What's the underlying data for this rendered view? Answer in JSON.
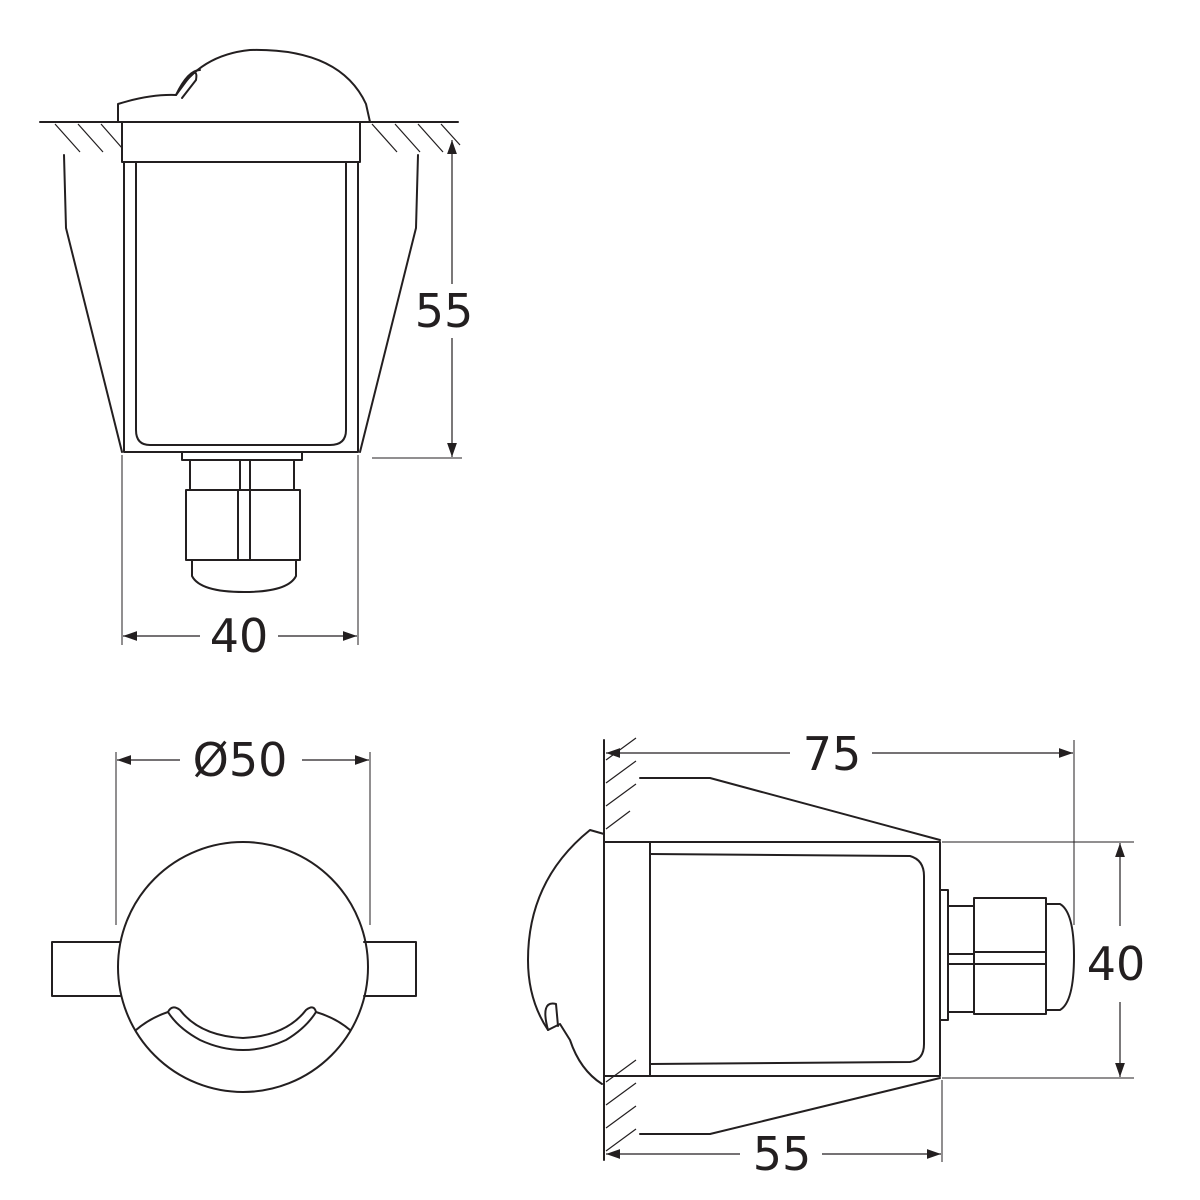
{
  "dimensions": {
    "front_height": "55",
    "front_width": "40",
    "top_diameter": "Ø50",
    "side_length": "75",
    "side_height": "40",
    "side_depth": "55"
  },
  "colors": {
    "line": "#231f20",
    "background": "#ffffff"
  }
}
